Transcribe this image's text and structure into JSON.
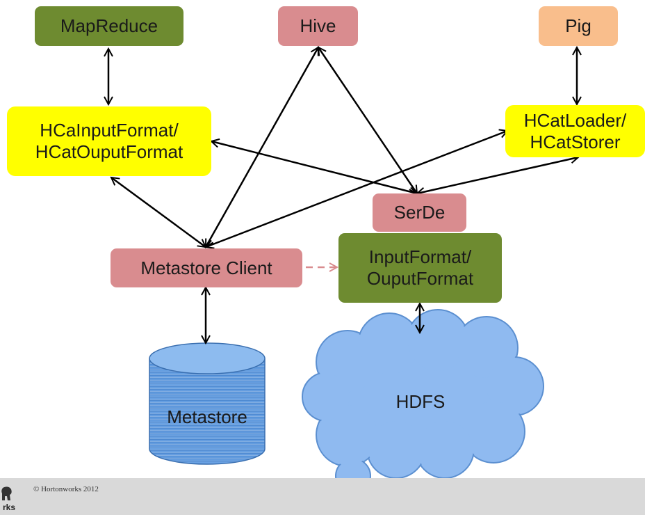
{
  "nodes": {
    "mapreduce": "MapReduce",
    "hive": "Hive",
    "pig": "Pig",
    "hcat_format": "HCaInputFormat/\nHCatOuputFormat",
    "hcat_loader": "HCatLoader/\nHCatStorer",
    "serde": "SerDe",
    "metastore_client": "Metastore Client",
    "input_output_format": "InputFormat/\nOuputFormat",
    "metastore": "Metastore",
    "hdfs": "HDFS"
  },
  "footer": {
    "copyright": "© Hortonworks 2012",
    "logo_text": "rks"
  },
  "colors": {
    "green": "#6e8b30",
    "pink": "#d98c8f",
    "yellow": "#ffff00",
    "orange": "#f9be8c",
    "storage_blue": "#5b97d9",
    "cloud_blue": "#8fbaf0",
    "footer_gray": "#d9d9d9"
  },
  "edges": [
    {
      "from": "mapreduce",
      "to": "hcat_format",
      "style": "double-arrow"
    },
    {
      "from": "pig",
      "to": "hcat_loader",
      "style": "double-arrow"
    },
    {
      "from": "hive",
      "to": "metastore_client",
      "style": "double-arrow"
    },
    {
      "from": "hive",
      "to": "serde",
      "style": "double-arrow"
    },
    {
      "from": "hcat_format",
      "to": "metastore_client",
      "style": "double-arrow"
    },
    {
      "from": "hcat_format",
      "to": "serde",
      "style": "double-arrow"
    },
    {
      "from": "hcat_loader",
      "to": "metastore_client",
      "style": "double-arrow"
    },
    {
      "from": "hcat_loader",
      "to": "serde",
      "style": "double-arrow"
    },
    {
      "from": "metastore_client",
      "to": "metastore",
      "style": "double-arrow"
    },
    {
      "from": "input_output_format",
      "to": "hdfs",
      "style": "double-arrow"
    },
    {
      "from": "metastore_client",
      "to": "input_output_format",
      "style": "dashed-arrow"
    }
  ]
}
